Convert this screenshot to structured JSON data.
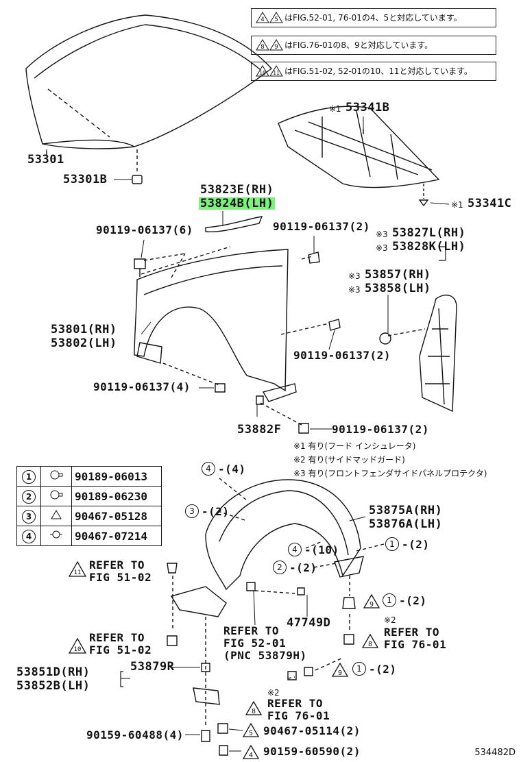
{
  "notes_boxes": [
    {
      "marks": [
        "4",
        "5"
      ],
      "text": "はFIG.52-01, 76-01の4、5と対応しています。"
    },
    {
      "marks": [
        "8",
        "9"
      ],
      "text": "はFIG.76-01の8、9と対応しています。"
    },
    {
      "marks": [
        "10",
        "11"
      ],
      "text": "はFIG.51-02, 52-01の10、11と対応しています。"
    }
  ],
  "labels": {
    "hood": "53301",
    "hood_cushion": "53301B",
    "insulator_mark": "※1",
    "insulator": "53341B",
    "insulator_clip_mark": "※1",
    "insulator_clip": "53341C",
    "seal_rh": "53823E(RH)",
    "seal_lh": "53824B(LH)",
    "bolt_top_left": "90119-06137(6)",
    "bolt_top_right": "90119-06137(2)",
    "protector_mark": "※3",
    "protector_rh": "53827L(RH)",
    "protector_lh": "53828K(LH)",
    "seal2_rh": "53857(RH)",
    "seal2_lh": "53858(LH)",
    "fender_rh": "53801(RH)",
    "fender_lh": "53802(LH)",
    "bolt_mid_right": "90119-06137(2)",
    "bolt_bottom_left": "90119-06137(4)",
    "bracket": "53882F",
    "bolt_bottom_right": "90119-06137(2)",
    "footnote_1": "※1 有り(フード インシュレータ)",
    "footnote_2": "※2 有り(サイドマッドガード)",
    "footnote_3": "※3 有り(フロントフェンダサイドパネルプロテクタ)",
    "liner_rh": "53875A(RH)",
    "liner_lh": "53876A(LH)",
    "qty_4_4": "-(4)",
    "qty_3_2": "-(2)",
    "qty_4_10": "-(10)",
    "qty_2_2": "-(2)",
    "qty_1_2a": "-(2)",
    "qty_1_2b": "-(2)",
    "qty_1_2c": "-(2)",
    "refer_11_a": "REFER TO",
    "refer_11_b": "FIG 51-02",
    "refer_52_a": "REFER TO",
    "refer_52_b": "FIG 52-01",
    "refer_52_c": "(PNC 53879H)",
    "part_47749D": "47749D",
    "refer_76a_mark": "※2",
    "refer_76a_a": "REFER TO",
    "refer_76a_b": "FIG 76-01",
    "refer_10_a": "REFER TO",
    "refer_10_b": "FIG 51-02",
    "mudguard_rh": "53851D(RH)",
    "mudguard_lh": "53852B(LH)",
    "part_53879R": "53879R",
    "refer_76b_mark": "※2",
    "refer_76b_a": "REFER TO",
    "refer_76b_b": "FIG 76-01",
    "part_90159_60488": "90159-60488(4)",
    "part_90467_05114": "90467-05114(2)",
    "part_90159_60590": "90159-60590(2)",
    "diagram_id": "534482D"
  },
  "legend": [
    {
      "num": "1",
      "part": "90189-06013"
    },
    {
      "num": "2",
      "part": "90189-06230"
    },
    {
      "num": "3",
      "part": "90467-05128"
    },
    {
      "num": "4",
      "part": "90467-07214"
    }
  ],
  "marks": {
    "m4": "4",
    "m3": "3",
    "m2": "2",
    "m1": "1",
    "m9": "9",
    "m8": "8",
    "m10": "10",
    "m11": "11",
    "m5": "5"
  },
  "colors": {
    "highlight": "#7cf27c",
    "ink": "#111111"
  }
}
